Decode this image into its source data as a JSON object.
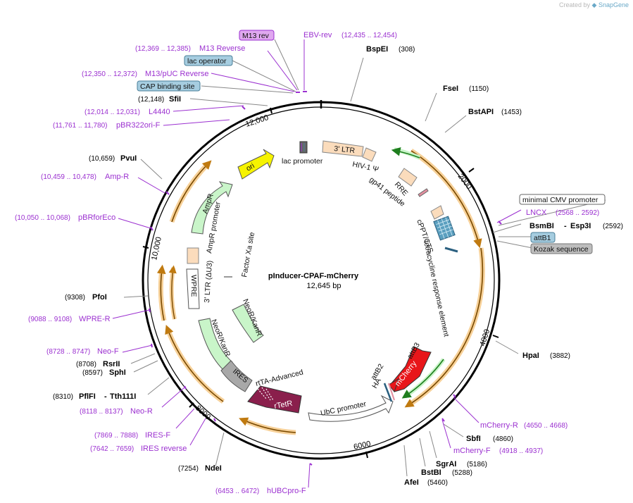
{
  "credit": {
    "prefix": "Created by",
    "brand": "SnapGene"
  },
  "plasmid": {
    "name": "pInducer-CPAF-mCherry",
    "size": "12,645 bp"
  },
  "ticks": [
    "2000",
    "4000",
    "6000",
    "8000",
    "10,000",
    "12,000"
  ],
  "enzymes": [
    {
      "name": "BspEI",
      "pos": "(308)"
    },
    {
      "name": "FseI",
      "pos": "(1150)"
    },
    {
      "name": "BstAPI",
      "pos": "(1453)"
    },
    {
      "name": "BsmBI",
      "sep": "-",
      "name2": "Esp3I",
      "pos": "(2592)"
    },
    {
      "name": "HpaI",
      "pos": "(3882)"
    },
    {
      "name": "SbfI",
      "pos": "(4860)"
    },
    {
      "name": "SgrAI",
      "pos": "(5186)"
    },
    {
      "name": "BstBI",
      "pos": "(5288)"
    },
    {
      "name": "AfeI",
      "pos": "(5460)"
    },
    {
      "name": "NdeI",
      "pos": "(7254)"
    },
    {
      "name": "PflFI",
      "sep": "-",
      "name2": "Tth111I",
      "pos": "(8310)"
    },
    {
      "name": "SphI",
      "pos": "(8597)"
    },
    {
      "name": "RsrII",
      "pos": "(8708)"
    },
    {
      "name": "PfoI",
      "pos": "(9308)"
    },
    {
      "name": "PvuI",
      "pos": "(10,659)"
    },
    {
      "name": "SfiI",
      "pos": "(12,148)"
    }
  ],
  "primers": [
    {
      "name": "EBV-rev",
      "range": "(12,435 .. 12,454)"
    },
    {
      "name": "M13 Reverse",
      "range": "(12,369 .. 12,385)"
    },
    {
      "name": "M13/pUC Reverse",
      "range": "(12,350 .. 12,372)"
    },
    {
      "name": "L4440",
      "range": "(12,014 .. 12,031)"
    },
    {
      "name": "pBR322ori-F",
      "range": "(11,761 .. 11,780)"
    },
    {
      "name": "Amp-R",
      "range": "(10,459 .. 10,478)"
    },
    {
      "name": "pBRforEco",
      "range": "(10,050 .. 10,068)"
    },
    {
      "name": "WPRE-R",
      "range": "(9088 .. 9108)"
    },
    {
      "name": "Neo-F",
      "range": "(8728 .. 8747)"
    },
    {
      "name": "Neo-R",
      "range": "(8118 .. 8137)"
    },
    {
      "name": "IRES-F",
      "range": "(7869 .. 7888)"
    },
    {
      "name": "IRES reverse",
      "range": "(7642 .. 7659)"
    },
    {
      "name": "hUBCpro-F",
      "range": "(6453 .. 6472)"
    },
    {
      "name": "LNCX",
      "range": "(2568 .. 2592)"
    },
    {
      "name": "mCherry-R",
      "range": "(4650 .. 4668)"
    },
    {
      "name": "mCherry-F",
      "range": "(4918 .. 4937)"
    }
  ],
  "boxed_features": [
    {
      "name": "M13 rev",
      "fill": "#e0a8f0",
      "stroke": "#9b30d0"
    },
    {
      "name": "lac operator",
      "fill": "#a6cde0",
      "stroke": "#4a7f99"
    },
    {
      "name": "CAP binding site",
      "fill": "#a6cde0",
      "stroke": "#4a7f99"
    },
    {
      "name": "minimal CMV promoter",
      "fill": "#ffffff",
      "stroke": "#666666"
    },
    {
      "name": "attB1",
      "fill": "#a6cde0",
      "stroke": "#4a7f99"
    },
    {
      "name": "Kozak sequence",
      "fill": "#bdbdbd",
      "stroke": "#777777"
    }
  ],
  "inner_labels": [
    "lac promoter",
    "3' LTR",
    "HIV-1 Ψ",
    "RRE",
    "gp41 peptide",
    "cPPT/CTS",
    "tetracycline response element",
    "ori",
    "AmpR",
    "AmpR promoter",
    "Factor Xa site",
    "3' LTR (ΔU3)",
    "WPRE",
    "NeoR/KanR",
    "NeoR/KanR",
    "IRES",
    "rtTA-Advanced",
    "rTetR",
    "UbC promoter",
    "mCherry",
    "attB3",
    "attB2",
    "HA"
  ],
  "colors": {
    "backbone": "#000000",
    "primer": "#9b30d0",
    "orf_orange": "#f0a030",
    "orf_green": "#2e9e2e",
    "ampr_fill": "#c9f5c9",
    "ori_fill": "#f6f300",
    "ltr_fill": "#fbdcbc",
    "mcherry_fill": "#e8161a",
    "rtetr_fill": "#8a1f4c",
    "ires_fill": "#a8a8a8"
  }
}
